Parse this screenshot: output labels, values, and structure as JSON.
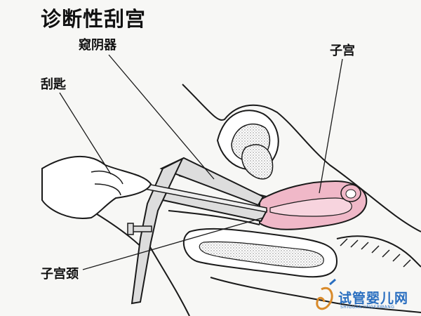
{
  "title": "诊断性刮宫",
  "labels": {
    "speculum": "窥阴器",
    "uterus": "子宫",
    "curette": "刮匙",
    "cervix": "子宫颈"
  },
  "watermark": {
    "text": "试管婴儿网",
    "subtext": "SHIGUANYINGERWANG"
  },
  "colors": {
    "uterus_fill": "#f0b8c8",
    "line": "#1a1a1a",
    "instrument": "#dddddd"
  }
}
